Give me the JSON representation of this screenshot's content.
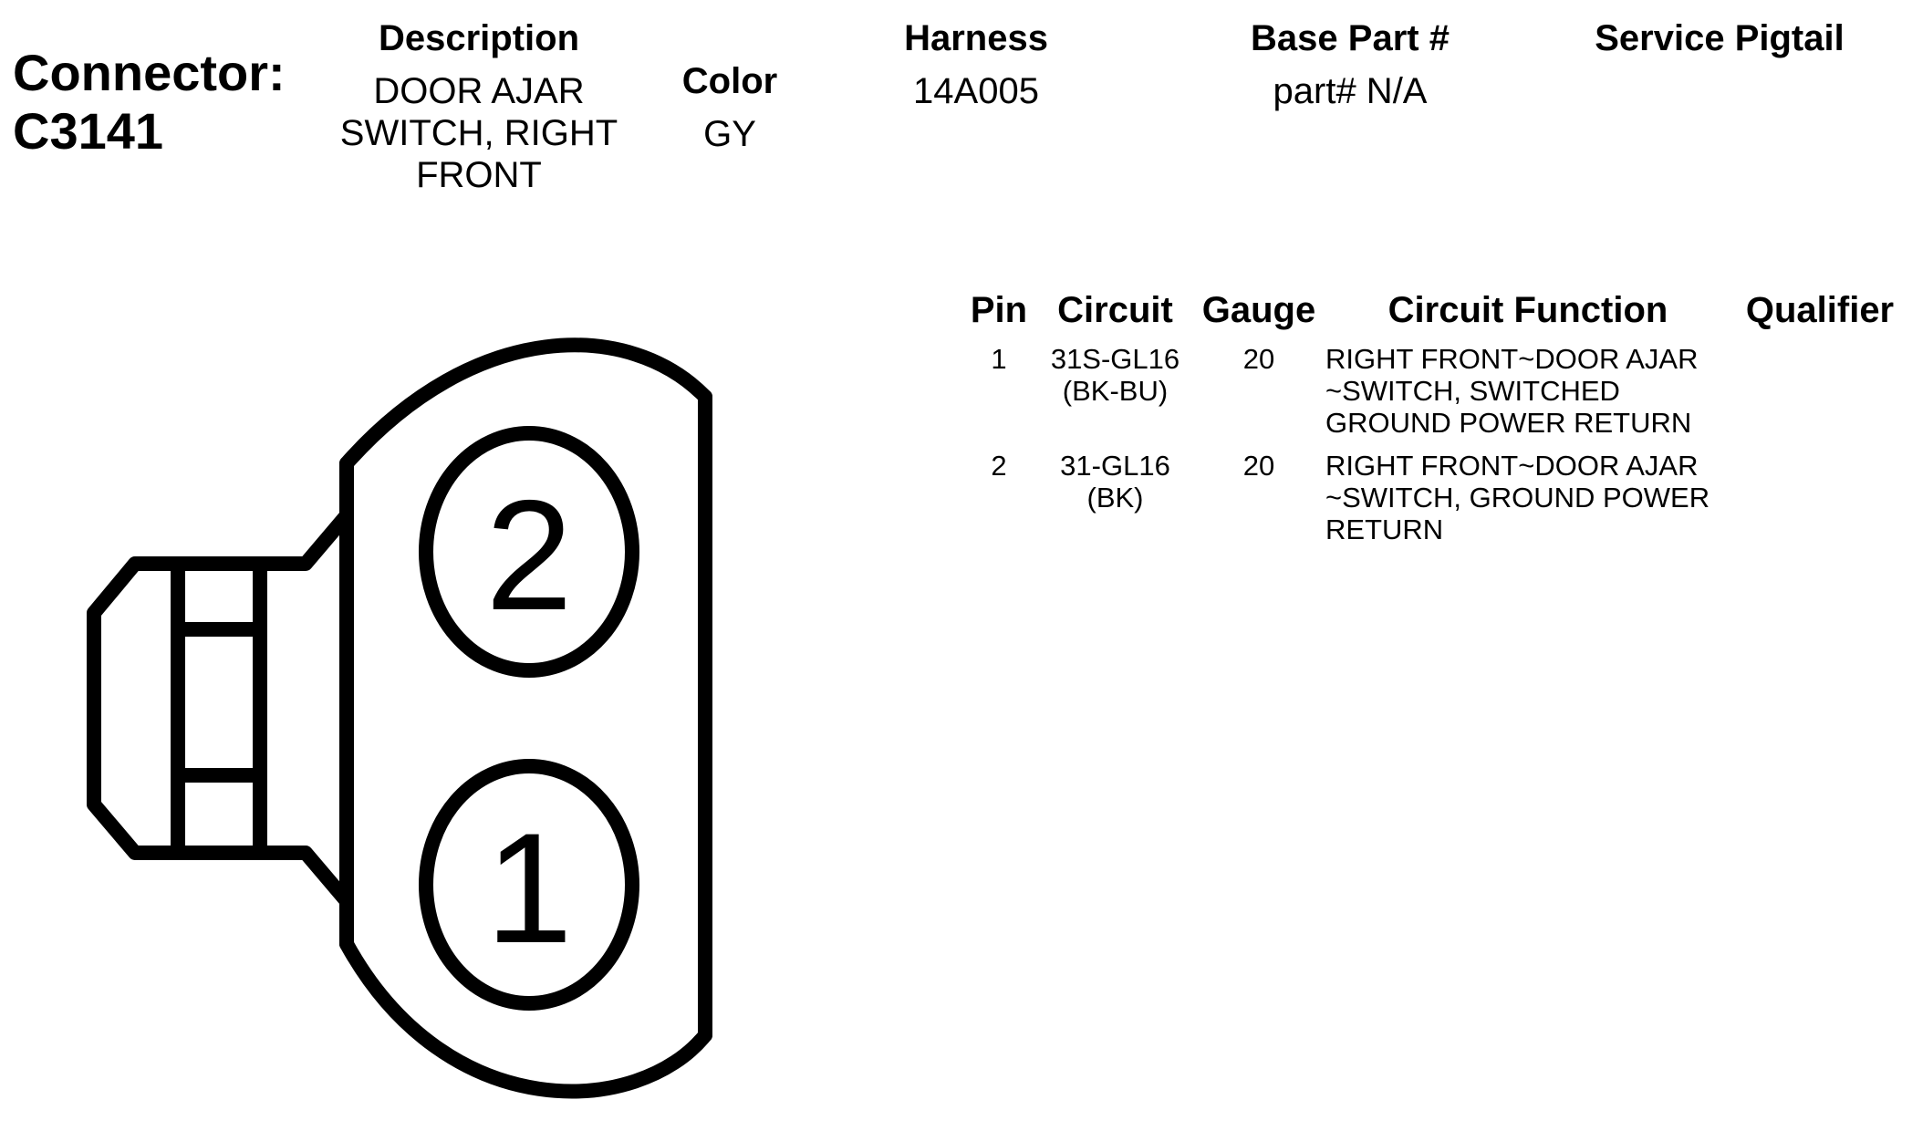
{
  "connector": {
    "label": "Connector:",
    "id": "C3141"
  },
  "header": {
    "description_label": "Description",
    "description_lines": [
      "DOOR AJAR",
      "SWITCH, RIGHT",
      "FRONT"
    ],
    "color_label": "Color",
    "color_value": "GY",
    "harness_label": "Harness",
    "harness_value": "14A005",
    "base_part_label": "Base Part #",
    "base_part_value": "part# N/A",
    "service_pigtail_label": "Service Pigtail",
    "service_pigtail_value": ""
  },
  "pin_table": {
    "columns": [
      "Pin",
      "Circuit",
      "Gauge",
      "Circuit Function",
      "Qualifier"
    ],
    "rows": [
      {
        "pin": "1",
        "circuit_lines": [
          "31S-GL16",
          "(BK-BU)"
        ],
        "gauge": "20",
        "function_lines": [
          "RIGHT FRONT~DOOR AJAR",
          "~SWITCH, SWITCHED",
          "GROUND POWER RETURN"
        ],
        "qualifier": ""
      },
      {
        "pin": "2",
        "circuit_lines": [
          "31-GL16",
          "(BK)"
        ],
        "gauge": "20",
        "function_lines": [
          "RIGHT FRONT~DOOR AJAR",
          "~SWITCH, GROUND POWER",
          "RETURN"
        ],
        "qualifier": ""
      }
    ]
  },
  "diagram": {
    "pin_labels": [
      "2",
      "1"
    ],
    "stroke_color": "#000000"
  }
}
